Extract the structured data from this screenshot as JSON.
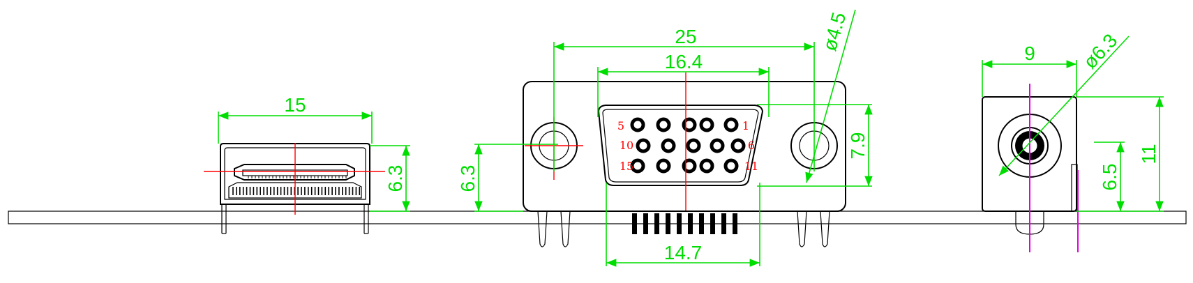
{
  "colors": {
    "outline": "#000000",
    "dimension": "#00dd00",
    "centerline": "#ff0000",
    "pin_number": "#ff0000",
    "reference_line": "#e000e0",
    "background": "#ffffff"
  },
  "hdmi": {
    "width_label": "15",
    "height_label": "6.3"
  },
  "vga": {
    "overall_width_label": "25",
    "mounting_hole_label": "ø4.5",
    "shell_top_width_label": "16.4",
    "shell_bottom_width_label": "14.7",
    "shell_height_label": "7.9",
    "center_height_label": "6.3",
    "pin_labels": {
      "p5": "5",
      "p1": "1",
      "p10": "10",
      "p6": "6",
      "p15": "15",
      "p11": "11"
    }
  },
  "audio_jack": {
    "width_label": "9",
    "diameter_label": "ø6.3",
    "center_height_label": "6.5",
    "total_height_label": "11"
  }
}
